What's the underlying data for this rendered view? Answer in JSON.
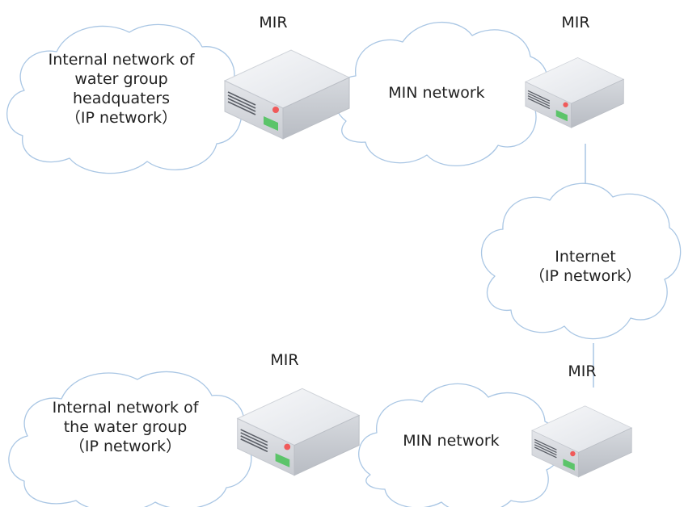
{
  "clouds": [
    {
      "id": "hq-network",
      "lines": [
        "Internal network of",
        "water group",
        "headquaters",
        "（IP network）"
      ]
    },
    {
      "id": "min-network-top",
      "lines": [
        "MIN network"
      ]
    },
    {
      "id": "internet",
      "lines": [
        "Internet",
        "（IP network）"
      ]
    },
    {
      "id": "min-network-bottom",
      "lines": [
        "MIN network"
      ]
    },
    {
      "id": "group-network",
      "lines": [
        "Internal network of",
        "the water group",
        "（IP network）"
      ]
    }
  ],
  "routers": [
    {
      "id": "router-top-left",
      "label": "MIR"
    },
    {
      "id": "router-top-right",
      "label": "MIR"
    },
    {
      "id": "router-bottom-left",
      "label": "MIR"
    },
    {
      "id": "router-bottom-right",
      "label": "MIR"
    }
  ],
  "colors": {
    "cloud_stroke": "#a9c6e4",
    "router_body": "#e2e4e9",
    "router_top": "#f1f2f5",
    "led_red": "#f05a5a",
    "led_green": "#5cc46a",
    "line": "#a9c6e4"
  }
}
